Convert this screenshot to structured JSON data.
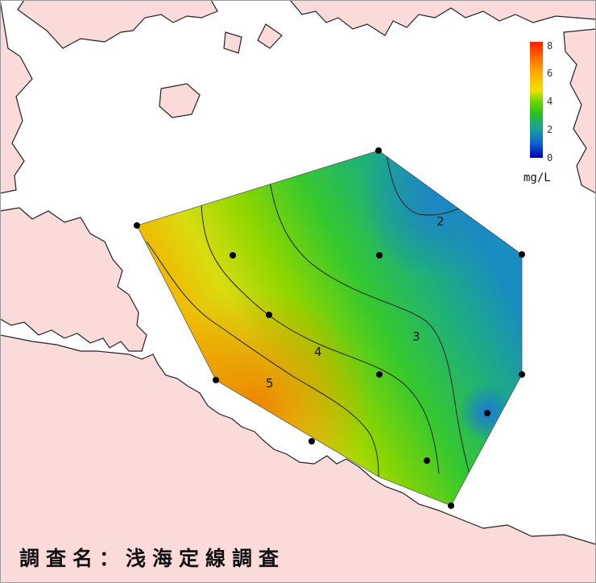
{
  "map": {
    "land_color": "#fbdada",
    "sea_color": "#ffffff",
    "coast_color": "#222222",
    "contour_color": "#222222",
    "station_color": "#000000"
  },
  "contours": [
    {
      "level": 2,
      "label": "2"
    },
    {
      "level": 3,
      "label": "3"
    },
    {
      "level": 4,
      "label": "4"
    },
    {
      "level": 5,
      "label": "5"
    }
  ],
  "legend": {
    "min": 0,
    "max": 8,
    "ticks": [
      "8",
      "6",
      "4",
      "2",
      "0"
    ],
    "unit": "mg/L",
    "colors": [
      "#ff2000",
      "#ffa500",
      "#f5e000",
      "#7dd800",
      "#27c020",
      "#1aa0a0",
      "#1060d0",
      "#0000c0"
    ]
  },
  "caption": {
    "label": "調査名",
    "separator": "：",
    "value": "浅海定線調査"
  }
}
